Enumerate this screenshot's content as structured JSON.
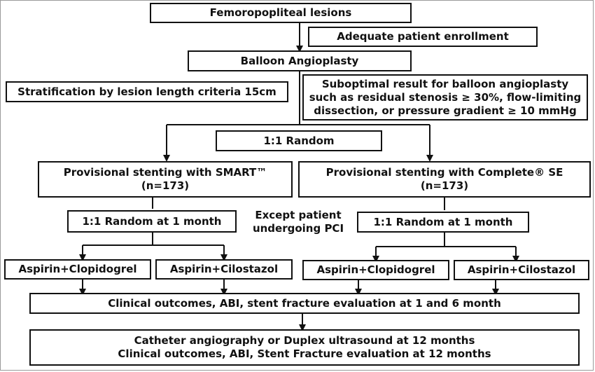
{
  "boxes": {
    "femoropopliteal": "Femoropopliteal lesions",
    "enrollment": "Adequate patient enrollment",
    "balloon": "Balloon Angioplasty",
    "stratification": "Stratification by lesion length criteria 15cm",
    "suboptimal": [
      "Suboptimal result for balloon angioplasty",
      "such as residual stenosis ≥ 30%, flow-limiting",
      "dissection, or pressure gradient ≥ 10 mmHg"
    ],
    "random": "1:1 Random",
    "smart": [
      "Provisional stenting with SMART™",
      "(n=173)"
    ],
    "complete": [
      "Provisional stenting with Complete® SE",
      "(n=173)"
    ],
    "random_month_left": "1:1 Random at 1 month",
    "except": [
      "Except patient",
      "undergoing PCI"
    ],
    "random_month_right": "1:1 Random at 1 month",
    "aspirin_clop_left": "Aspirin+Clopidogrel",
    "aspirin_cilo_left": "Aspirin+Cilostazol",
    "aspirin_clop_right": "Aspirin+Clopidogrel",
    "aspirin_cilo_right": "Aspirin+Cilostazol",
    "outcomes_6m": "Clinical outcomes, ABI, stent fracture evaluation at 1 and 6 month",
    "final": [
      "Catheter angiography or Duplex ultrasound at 12 months",
      "Clinical outcomes, ABI, Stent Fracture evaluation at 12 months"
    ]
  }
}
